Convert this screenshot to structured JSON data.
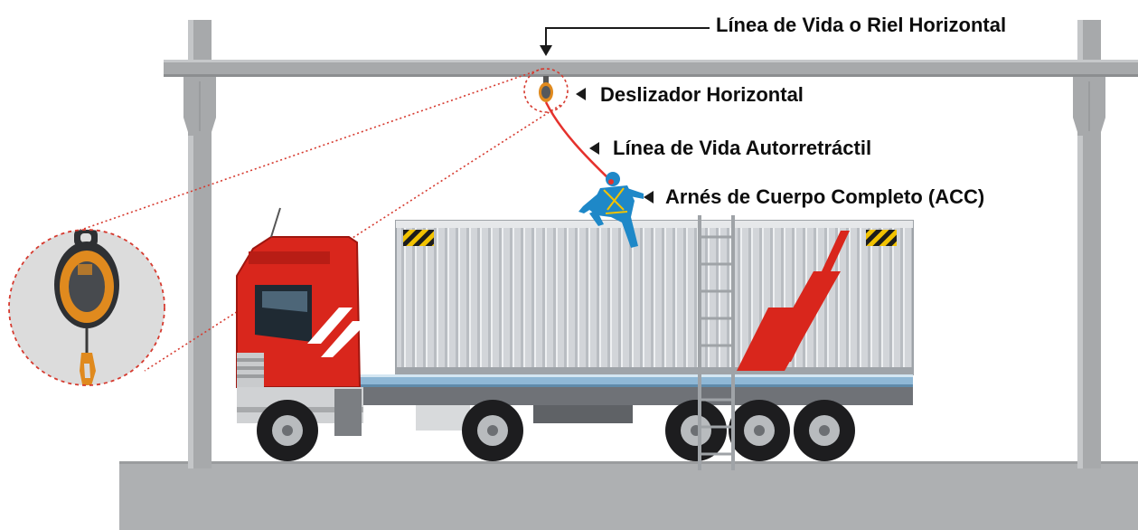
{
  "labels": {
    "lifeline_rail": "Línea de Vida o Riel Horizontal",
    "horizontal_slider": "Deslizador Horizontal",
    "self_retracting_lifeline": "Línea de Vida Autorretráctil",
    "full_body_harness": "Arnés de Cuerpo Completo (ACC)"
  },
  "colors": {
    "structure": "#a7a9ab",
    "structure_dark": "#7f8183",
    "floor": "#aeb0b2",
    "cab_red": "#d9261c",
    "container": "#c9ccd0",
    "worker": "#1e88c8",
    "lanyard": "#e5322d",
    "device_orange": "#e08a1e",
    "callout_dash": "#d63a2f"
  },
  "icons": {
    "pointer": "left-triangle",
    "rail_arrow": "down-arrow"
  }
}
